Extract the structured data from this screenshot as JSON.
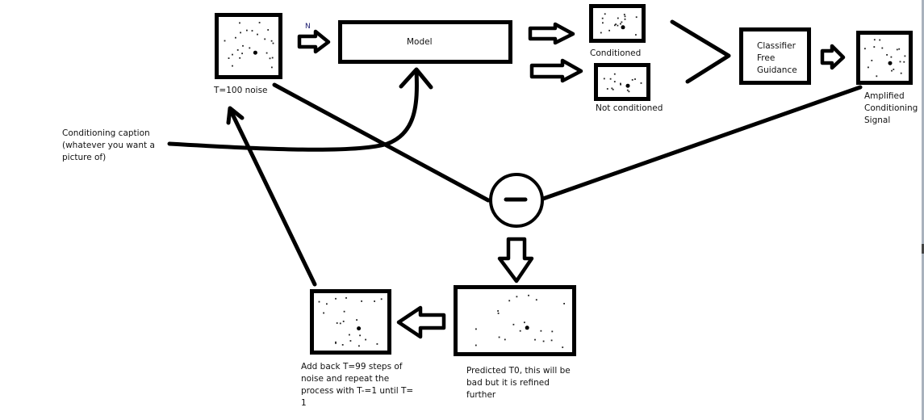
{
  "diagram": {
    "nodes": {
      "noise_input": {
        "label": "T=100 noise"
      },
      "model": {
        "label": "Model"
      },
      "conditioned": {
        "label": "Conditioned"
      },
      "not_conditioned": {
        "label": "Not conditioned"
      },
      "cfg": {
        "label": "Classifier\nFree\nGuidance"
      },
      "amplified": {
        "label": "Amplified\nConditioning\nSignal"
      },
      "caption": {
        "label": "Conditioning caption\n(whatever you want a\npicture of)"
      },
      "subtract": {
        "symbol": "−",
        "meaning": "minus"
      },
      "predicted": {
        "label": "Predicted T0, this will be\nbad but it is refined\nfurther"
      },
      "add_back": {
        "label": "Add back T=99 steps of\nnoise and repeat the\nprocess with T-=1 until T=\n1"
      }
    },
    "edge_labels": {
      "noise_to_model": "N"
    },
    "colors": {
      "stroke": "#000000",
      "background": "#ffffff",
      "text": "#111111",
      "n_label": "#1a1a6e"
    }
  }
}
